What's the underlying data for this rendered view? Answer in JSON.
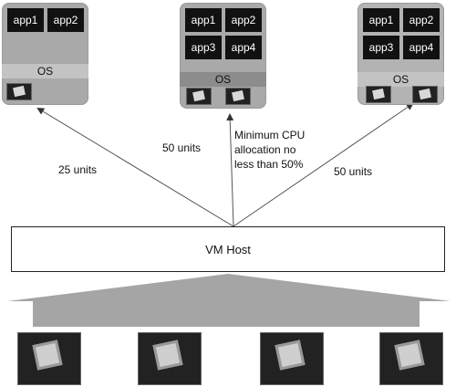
{
  "vms": [
    {
      "apps": [
        "app1",
        "app2"
      ],
      "os": "OS"
    },
    {
      "apps": [
        "app1",
        "app2",
        "app3",
        "app4"
      ],
      "os": "OS"
    },
    {
      "apps": [
        "app1",
        "app2",
        "app3",
        "app4"
      ],
      "os": "OS"
    }
  ],
  "arrows": {
    "left": "25 units",
    "middle": "50 units",
    "right": "50 units",
    "note": [
      "Minimum CPU",
      "allocation no",
      "less than 50%"
    ]
  },
  "host": {
    "label": "VM Host"
  }
}
